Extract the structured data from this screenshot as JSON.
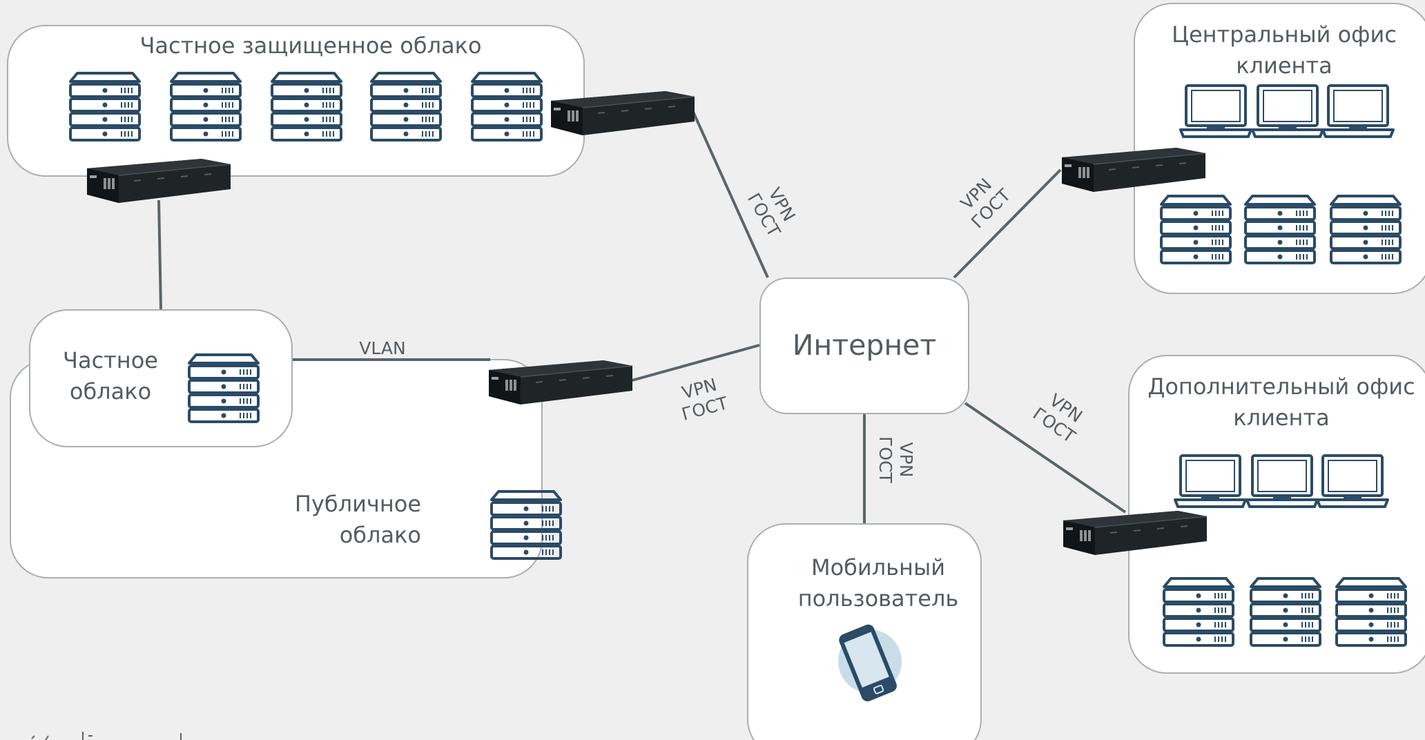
{
  "zones": {
    "private_secure_cloud": "Частное защищенное облако",
    "private_cloud": [
      "Частное",
      "облако"
    ],
    "public_cloud": [
      "Публичное",
      "облако"
    ],
    "internet": "Интернет",
    "central_office": [
      "Центральный офис",
      "клиента"
    ],
    "extra_office": [
      "Дополнительный офис",
      "клиента"
    ],
    "mobile_user": [
      "Мобильный",
      "пользователь"
    ]
  },
  "links": {
    "vlan": "VLAN",
    "vpn": "VPN",
    "gost": "ГОСТ"
  },
  "icons": {
    "server": "server-rack-icon",
    "gateway": "crypto-gateway-appliance-icon",
    "laptop": "laptop-icon",
    "phone": "smartphone-icon"
  },
  "colors": {
    "background": "#efefef",
    "box_fill": "#ffffff",
    "box_border": "#a9afb3",
    "icon_blue": "#2b4b66",
    "line": "#5b6469",
    "text": "#555c60"
  }
}
